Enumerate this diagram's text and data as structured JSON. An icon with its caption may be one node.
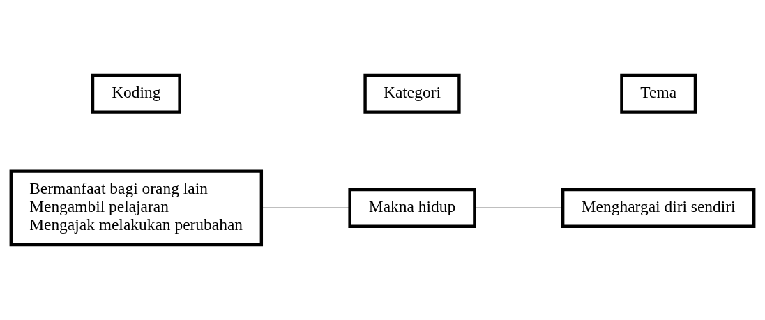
{
  "diagram": {
    "nodes": [
      {
        "text": [
          "Koding"
        ]
      },
      {
        "text": [
          "Kategori"
        ]
      },
      {
        "text": [
          "Tema"
        ]
      },
      {
        "text": [
          "Bermanfaat bagi orang lain",
          "Mengambil pelajaran",
          "Mengajak melakukan perubahan"
        ]
      },
      {
        "text": [
          "Makna hidup"
        ]
      },
      {
        "text": [
          "Menghargai diri sendiri"
        ]
      }
    ],
    "edges": [
      {
        "from": 3,
        "to": 4,
        "arrow": "none"
      },
      {
        "from": 4,
        "to": 5,
        "arrow": "none"
      }
    ]
  }
}
